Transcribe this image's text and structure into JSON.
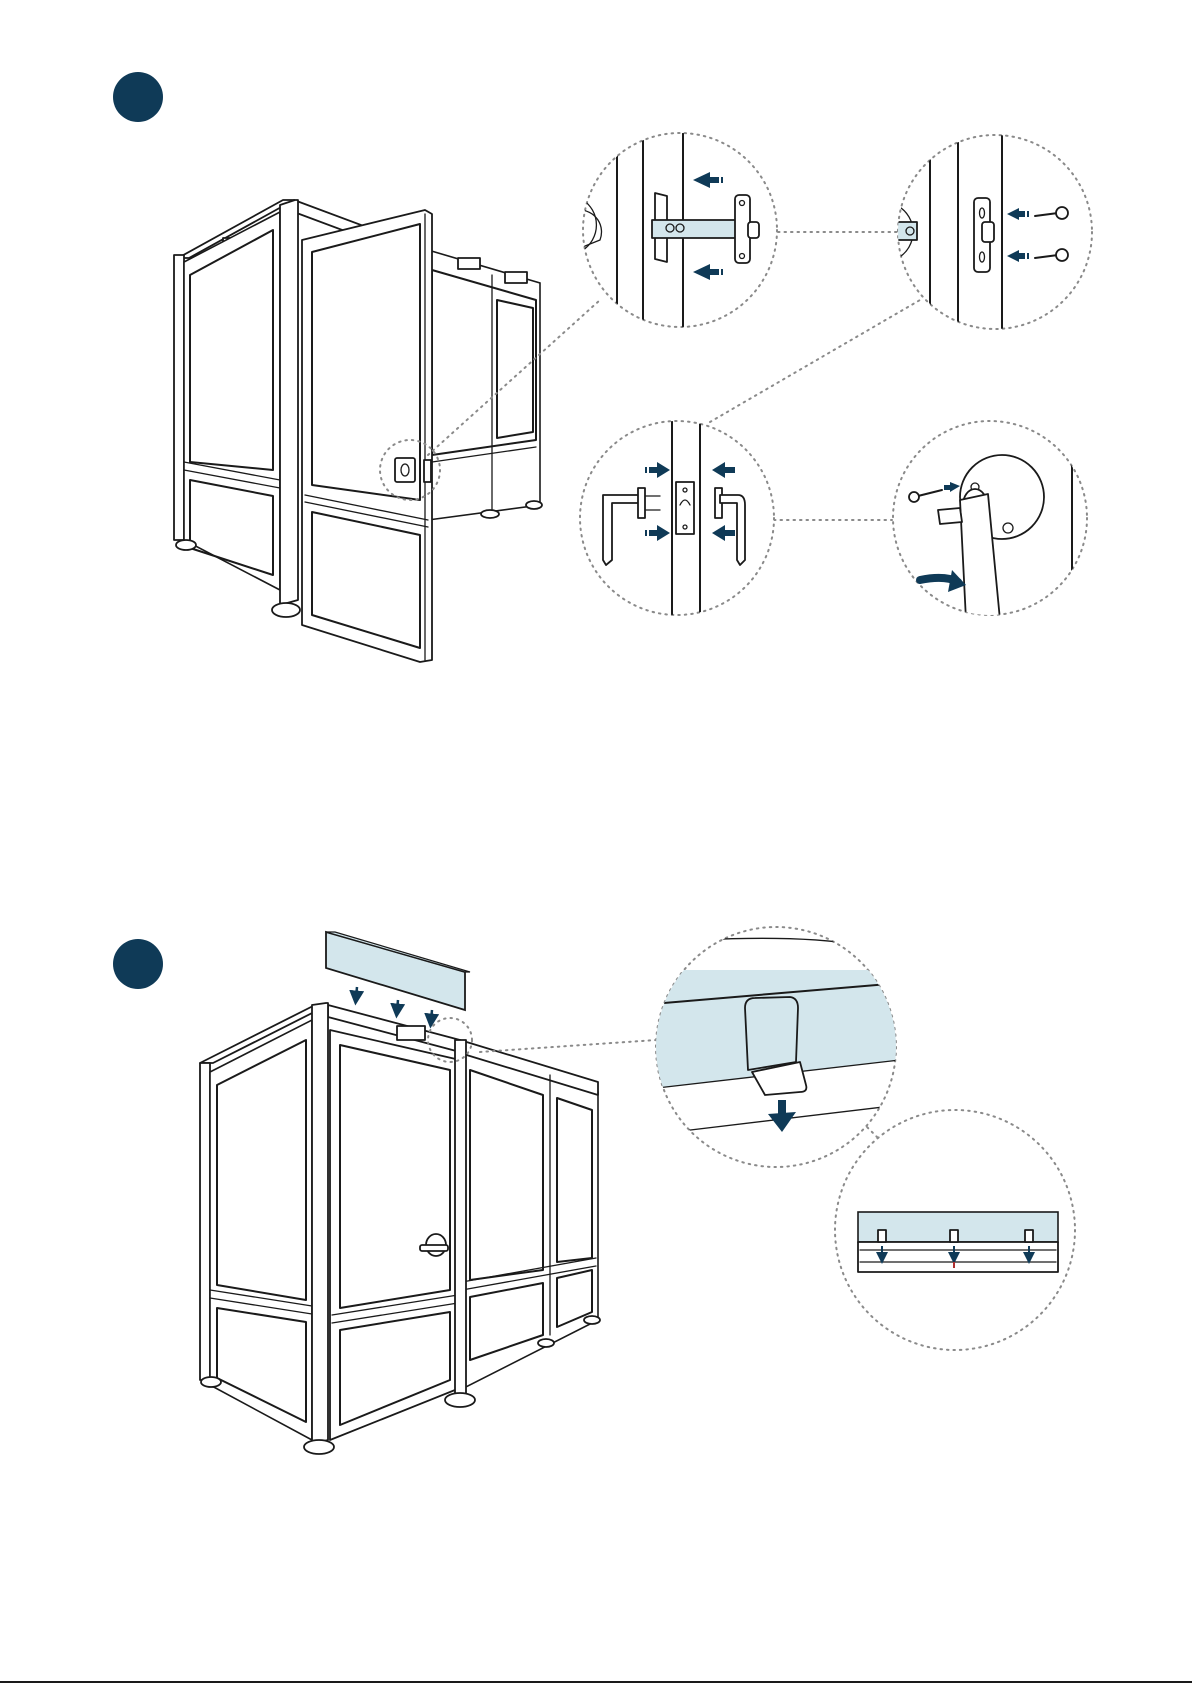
{
  "colors": {
    "accent": "#0f3a57",
    "panel_tint": "#d3e6ec",
    "line": "#1a1a1a",
    "dotted": "#8a8a8a"
  },
  "steps": [
    {
      "marker": "step-marker-circle",
      "content": "door-latch-and-handle-assembly"
    },
    {
      "marker": "step-marker-circle",
      "content": "top-cover-panel-installation"
    }
  ],
  "icons": [
    "arrow-icon",
    "screw-icon",
    "latch-icon",
    "lever-handle-icon",
    "clip-icon"
  ]
}
